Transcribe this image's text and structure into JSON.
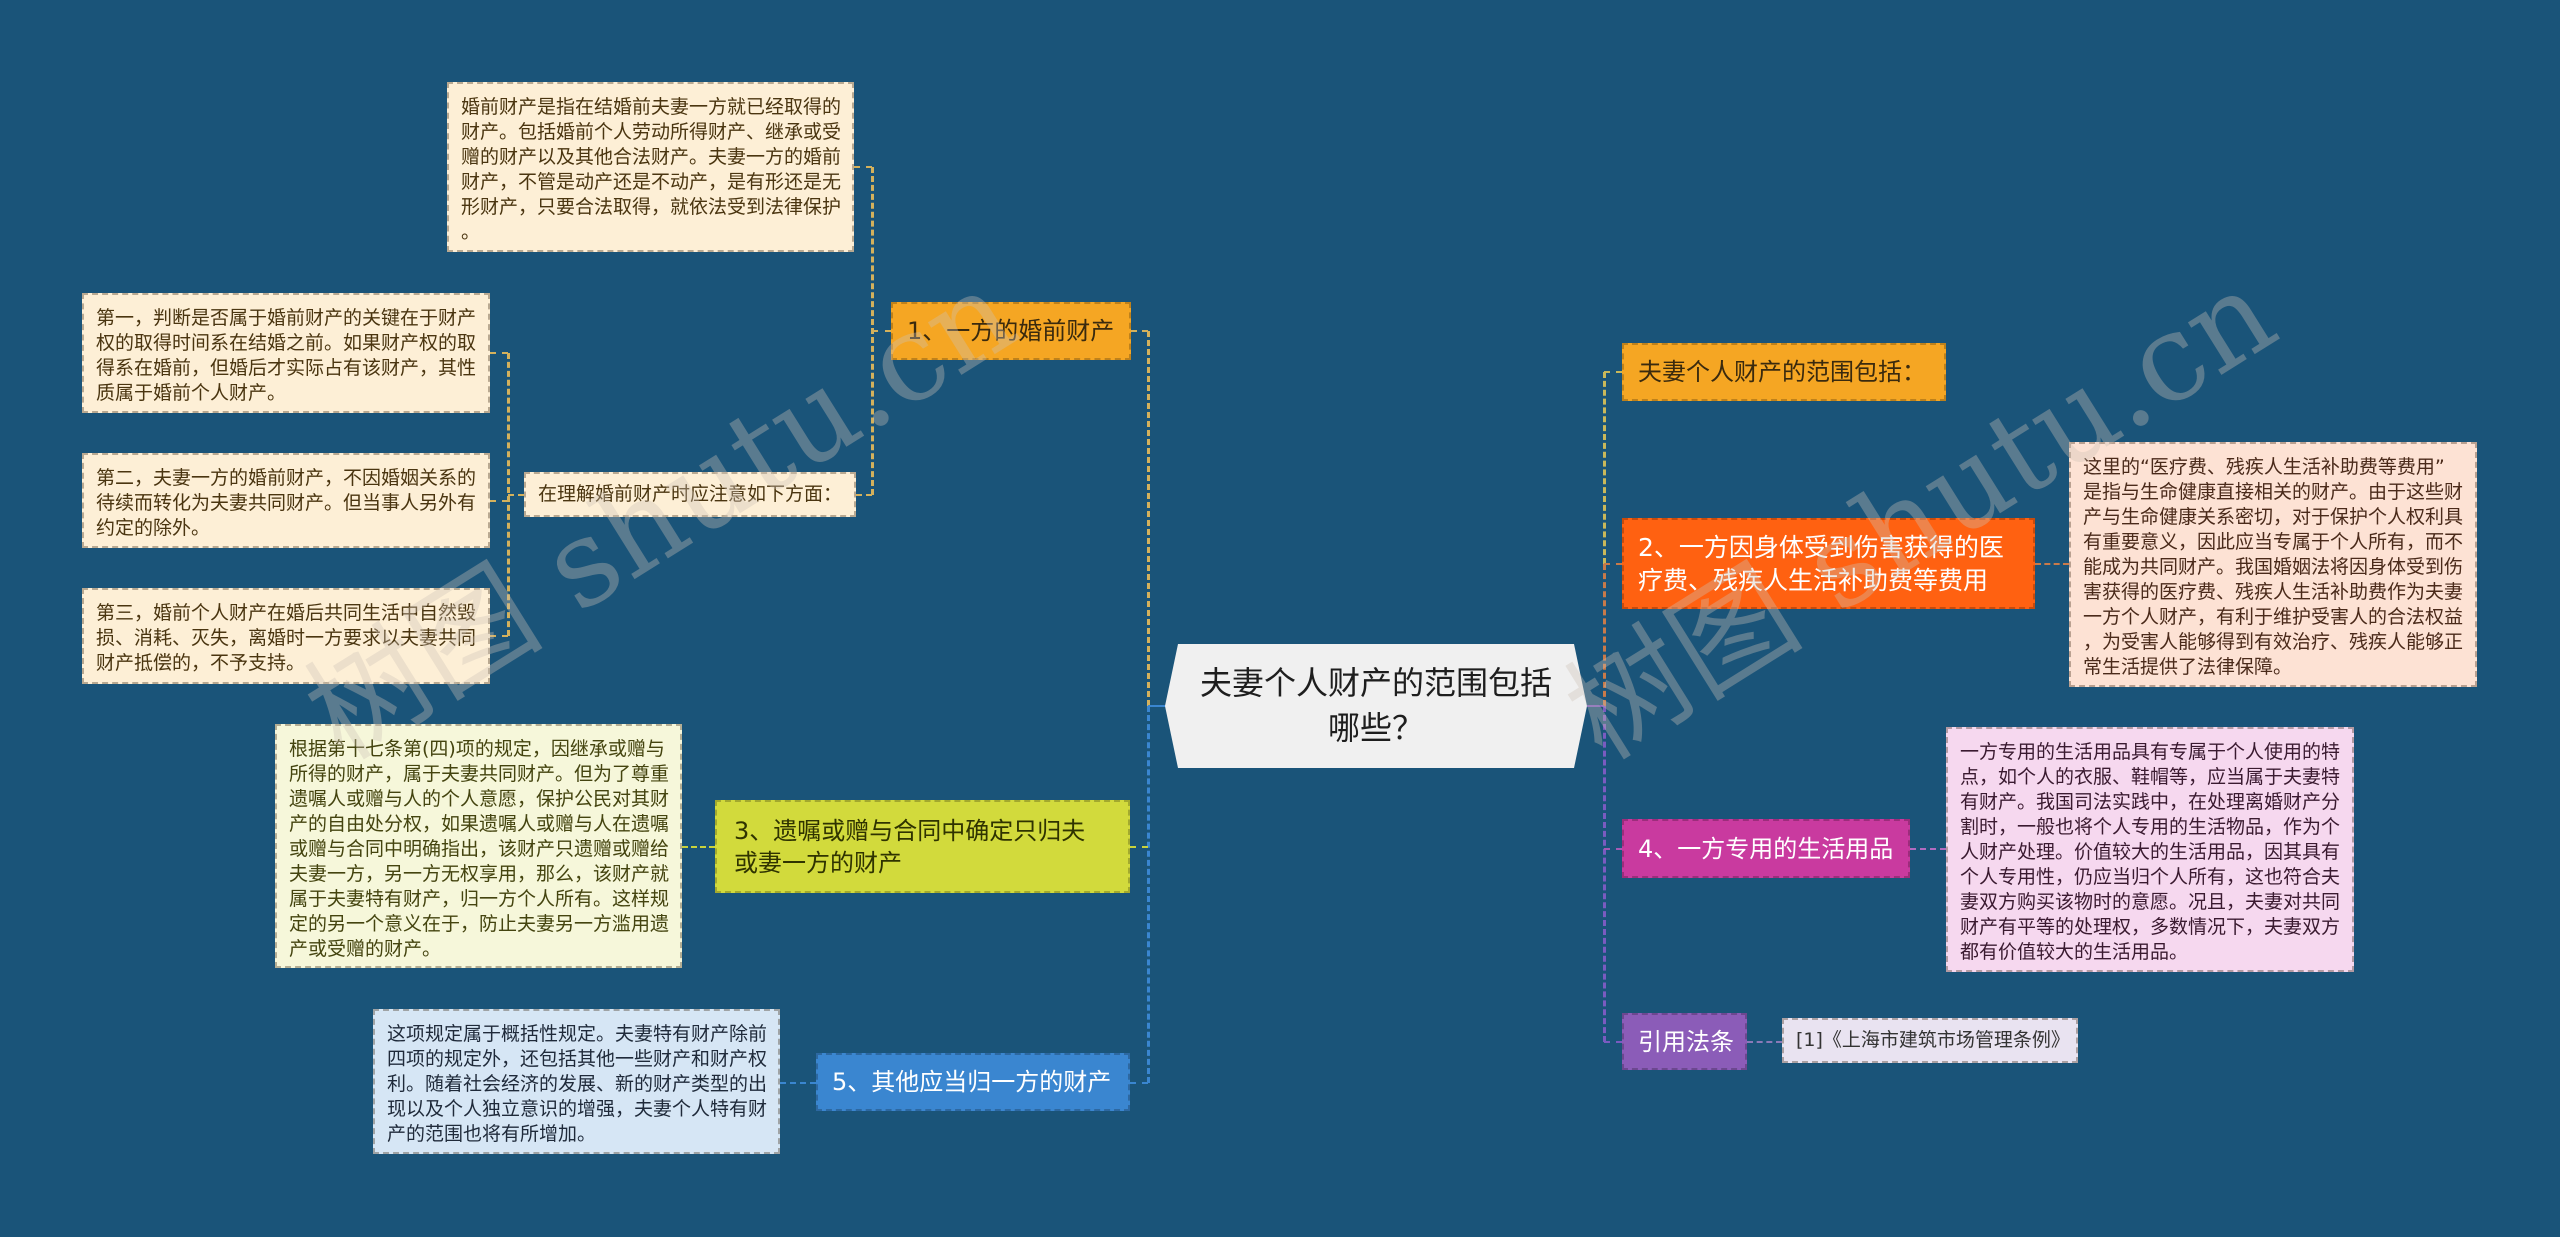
{
  "background": "#1a5479",
  "central_topic": {
    "title": "夫妻个人财产的范围包括\n哪些？",
    "fill": "#f0f0f0"
  },
  "left_branches": [
    {
      "label": "1、一方的婚前财产",
      "color": "#f5a623",
      "children": [
        {
          "text": "婚前财产是指在结婚前夫妻一方就已经取得的\n财产。包括婚前个人劳动所得财产、继承或受\n赠的财产以及其他合法财产。夫妻一方的婚前\n财产，不管是动产还是不动产，是有形还是无\n形财产，只要合法取得，就依法受到法律保护\n。",
          "fill": "#fdefd6"
        },
        {
          "label": "在理解婚前财产时应注意如下方面：",
          "fill": "#fdefd6",
          "children": [
            {
              "text": "第一，判断是否属于婚前财产的关键在于财产\n权的取得时间系在结婚之前。如果财产权的取\n得系在婚前，但婚后才实际占有该财产，其性\n质属于婚前个人财产。"
            },
            {
              "text": "第二，夫妻一方的婚前财产，不因婚姻关系的\n待续而转化为夫妻共同财产。但当事人另外有\n约定的除外。"
            },
            {
              "text": "第三，婚前个人财产在婚后共同生活中自然毁\n损、消耗、灭失，离婚时一方要求以夫妻共同\n财产抵偿的，不予支持。"
            }
          ]
        }
      ]
    },
    {
      "label": "3、遗嘱或赠与合同中确定只归夫\n或妻一方的财产",
      "color": "#d2da3c",
      "children": [
        {
          "text": "根据第十七条第(四)项的规定，因继承或赠与\n所得的财产，属于夫妻共同财产。但为了尊重\n遗嘱人或赠与人的个人意愿，保护公民对其财\n产的自由处分权，如果遗嘱人或赠与人在遗嘱\n或赠与合同中明确指出，该财产只遗赠或赠给\n夫妻一方，另一方无权享用，那么，该财产就\n属于夫妻特有财产，归一方个人所有。这样规\n定的另一个意义在于，防止夫妻另一方滥用遗\n产或受赠的财产。",
          "fill": "#f6f7da"
        }
      ]
    },
    {
      "label": "5、其他应当归一方的财产",
      "color": "#3a86d0",
      "children": [
        {
          "text": "这项规定属于概括性规定。夫妻特有财产除前\n四项的规定外，还包括其他一些财产和财产权\n利。随着社会经济的发展、新的财产类型的出\n现以及个人独立意识的增强，夫妻个人特有财\n产的范围也将有所增加。",
          "fill": "#d6e6f5"
        }
      ]
    }
  ],
  "right_branches": [
    {
      "label": "夫妻个人财产的范围包括：",
      "color": "#f5a623"
    },
    {
      "label": "2、一方因身体受到伤害获得的医\n疗费、残疾人生活补助费等费用",
      "color": "#ff6111",
      "children": [
        {
          "text": "这里的“医疗费、残疾人生活补助费等费用”\n是指与生命健康直接相关的财产。由于这些财\n产与生命健康关系密切，对于保护个人权利具\n有重要意义，因此应当专属于个人所有，而不\n能成为共同财产。我国婚姻法将因身体受到伤\n害获得的医疗费、残疾人生活补助费作为夫妻\n一方个人财产，有利于维护受害人的合法权益\n，为受害人能够得到有效治疗、残疾人能够正\n常生活提供了法律保障。",
          "fill": "#fde2d4"
        }
      ]
    },
    {
      "label": "4、一方专用的生活用品",
      "color": "#c93a9f",
      "children": [
        {
          "text": "一方专用的生活用品具有专属于个人使用的特\n点，如个人的衣服、鞋帽等，应当属于夫妻特\n有财产。我国司法实践中，在处理离婚财产分\n割时，一般也将个人专用的生活物品，作为个\n人财产处理。价值较大的生活用品，因其具有\n个人专用性，仍应当归个人所有，这也符合夫\n妻双方购买该物时的意愿。况且，夫妻对共同\n财产有平等的处理权，多数情况下，夫妻双方\n都有价值较大的生活用品。",
          "fill": "#f6d8ef"
        }
      ]
    },
    {
      "label": "引用法条",
      "color": "#8b5cb8",
      "children": [
        {
          "text": "[1]《上海市建筑市场管理条例》",
          "fill": "#e9e3f1"
        }
      ]
    }
  ],
  "connector_colors": {
    "branch1": "#d4b15c",
    "branch3": "#c8d23c",
    "branch5": "#3a86d0",
    "range_header": "#c9b85a",
    "branch2": "#c87a4a",
    "branch4": "#b06cc0",
    "citation": "#7a5bc0"
  },
  "watermarks": [
    "树图 shutu.cn",
    "树图 shutu.cn"
  ]
}
